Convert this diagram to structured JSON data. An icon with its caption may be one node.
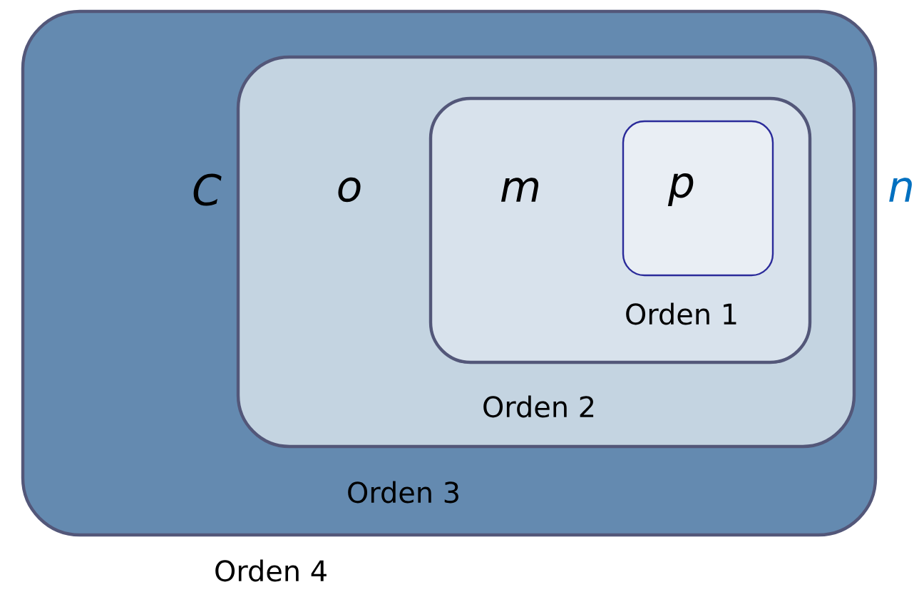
{
  "diagram": {
    "nodes": [
      {
        "text": [
          "C",
          "Orden 3"
        ]
      },
      {
        "text": [
          "o",
          "Orden 2"
        ],
        "in": 0
      },
      {
        "text": [
          "m",
          "Orden 1"
        ],
        "in": 1
      },
      {
        "text": [
          "p"
        ],
        "in": 2
      }
    ],
    "labels": [
      "Orden 4",
      "n"
    ]
  }
}
